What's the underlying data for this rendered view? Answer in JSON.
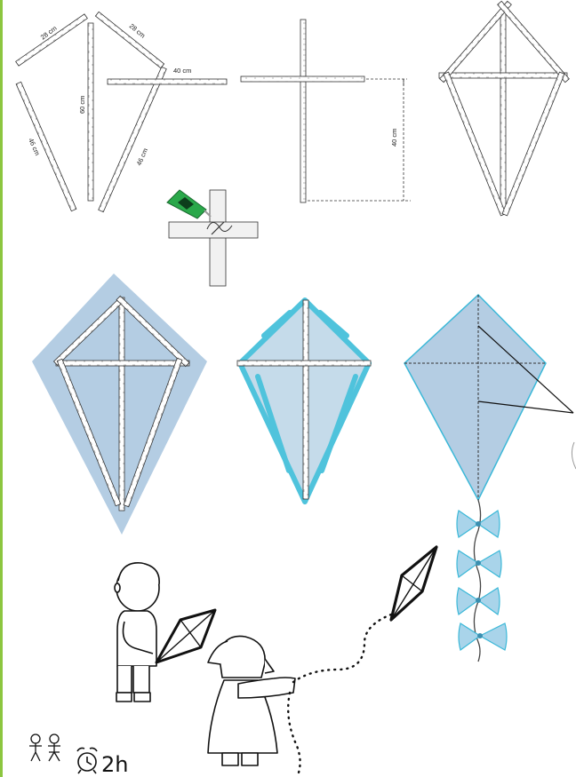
{
  "labels": {
    "stick_28_left": "28 cm",
    "stick_28_right": "28 cm",
    "stick_60": "60 cm",
    "stick_46_left": "46 cm",
    "stick_46_right": "46 cm",
    "stick_40": "40 cm",
    "dim_40": "40 cm"
  },
  "footer": {
    "duration": "2h",
    "icons": [
      "two-children-icon",
      "alarm-clock-icon"
    ]
  },
  "colors": {
    "page_border": "#8cc63f",
    "sail_fill": "#b4cde3",
    "tape": "#4fc3dc",
    "bow_fill": "#a9d4ea",
    "kite_outline": "#3bb8d8",
    "glue": "#2aa84a"
  }
}
